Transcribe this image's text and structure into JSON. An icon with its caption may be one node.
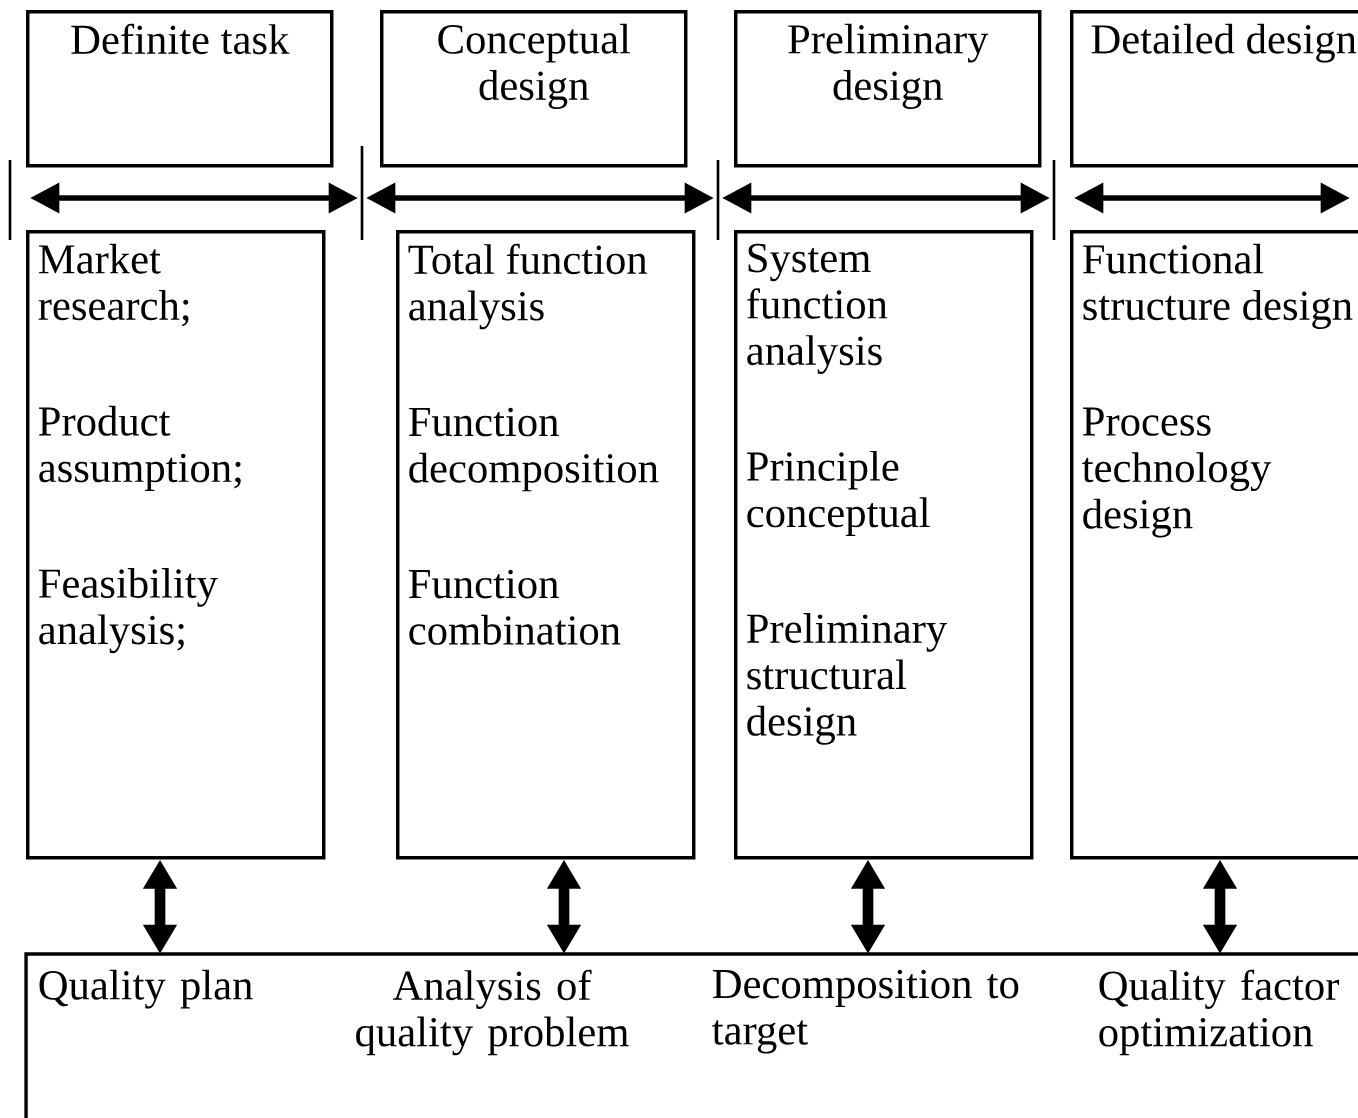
{
  "diagram": {
    "nodes": [
      {
        "text": [
          "Definite task"
        ]
      },
      {
        "text": [
          "Conceptual design"
        ]
      },
      {
        "text": [
          "Preliminary design"
        ]
      },
      {
        "text": [
          "Detailed design"
        ]
      },
      {
        "text": [
          "Market research;",
          "Product assumption;",
          "Feasibility analysis;"
        ]
      },
      {
        "text": [
          "Total function analysis",
          "Function decomposition",
          "Function combination"
        ]
      },
      {
        "text": [
          "System function analysis",
          "Principle conceptual",
          "Preliminary structural design"
        ]
      },
      {
        "text": [
          "Functional structure design",
          "Process technology design"
        ]
      },
      {
        "text": [
          "Quality plan",
          "Analysis of quality problem",
          "Decomposition to target",
          "Quality factor optimization"
        ]
      }
    ],
    "edges": [
      {
        "from": 4,
        "to": 8,
        "arrow": "both"
      },
      {
        "from": 5,
        "to": 8,
        "arrow": "both"
      },
      {
        "from": 6,
        "to": 8,
        "arrow": "both"
      },
      {
        "from": 7,
        "to": 8,
        "arrow": "both"
      }
    ]
  }
}
